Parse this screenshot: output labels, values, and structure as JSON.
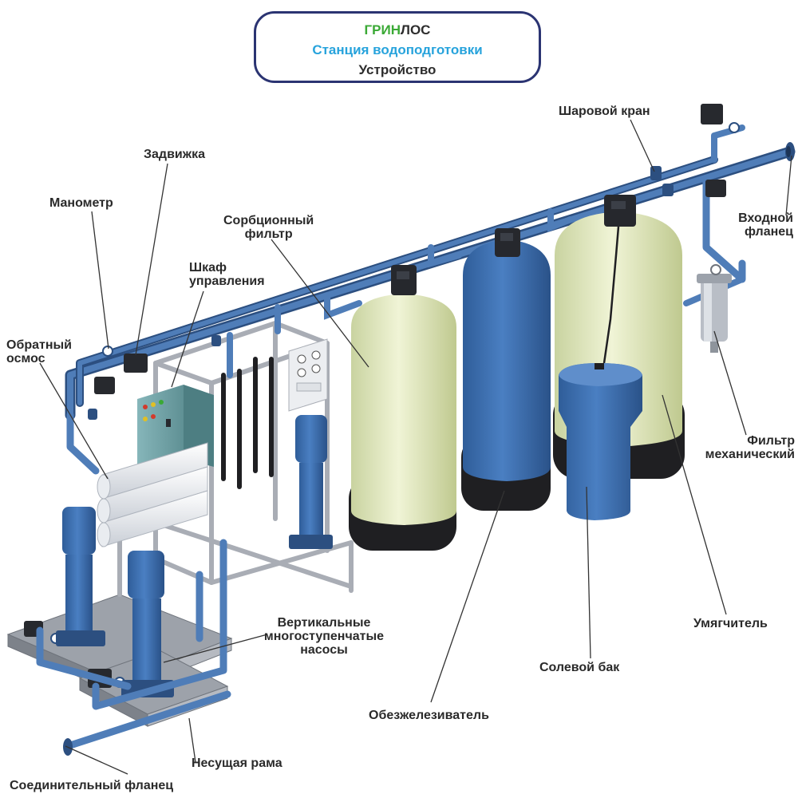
{
  "header": {
    "brand_green": "ГРИН",
    "brand_dark": "ЛОС",
    "subtitle": "Станция водоподготовки",
    "section": "Устройство"
  },
  "labels": {
    "ball_valve": "Шаровой кран",
    "gate_valve": "Задвижка",
    "manometer": "Манометр",
    "sorption_filter_1": "Сорбционный",
    "sorption_filter_2": "фильтр",
    "control_cabinet_1": "Шкаф",
    "control_cabinet_2": "управления",
    "inlet_flange_1": "Входной",
    "inlet_flange_2": "фланец",
    "reverse_osmosis_1": "Обратный",
    "reverse_osmosis_2": "осмос",
    "mechanical_filter_1": "Фильтр",
    "mechanical_filter_2": "механический",
    "pumps_1": "Вертикальные",
    "pumps_2": "многоступенчатые",
    "pumps_3": "насосы",
    "softener": "Умягчитель",
    "salt_tank": "Солевой бак",
    "iron_remover": "Обезжелезиватель",
    "support_frame": "Несущая рама",
    "connecting_flange": "Соединительный фланец"
  },
  "colors": {
    "pipe": "#3d6aa6",
    "pipe_dark": "#2c4f80",
    "vessel_blue": "#3c6fb0",
    "vessel_cream": "#e6edc4",
    "vessel_base": "#1f1f22",
    "frame": "#a9adb5",
    "title_border": "#2b3472",
    "brand_green": "#3aa935",
    "subtitle_blue": "#27a3dc"
  }
}
